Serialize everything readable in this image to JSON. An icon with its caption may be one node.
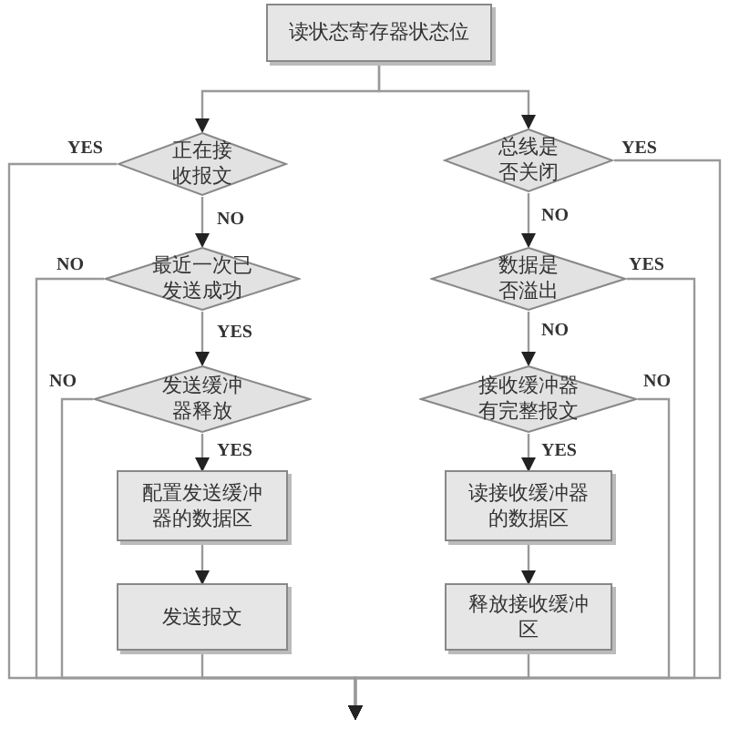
{
  "diagram": {
    "nodes": [
      {
        "text": [
          "读状态寄存器状态位"
        ]
      },
      {
        "text": [
          "正在接收报文"
        ]
      },
      {
        "text": [
          "最近一次已发送成功"
        ]
      },
      {
        "text": [
          "发送缓冲器释放"
        ]
      },
      {
        "text": [
          "配置发送缓冲器的数据区"
        ]
      },
      {
        "text": [
          "发送报文"
        ]
      },
      {
        "text": [
          "总线是否关闭"
        ]
      },
      {
        "text": [
          "数据是否溢出"
        ]
      },
      {
        "text": [
          "接收缓冲器有完整报文"
        ]
      },
      {
        "text": [
          "读接收缓冲器的数据区"
        ]
      },
      {
        "text": [
          "释放接收缓冲区"
        ]
      }
    ],
    "edges": [
      {
        "from": 0,
        "to": 1,
        "arrow": "to"
      },
      {
        "from": 0,
        "to": 6,
        "arrow": "to"
      },
      {
        "from": 1,
        "to": null,
        "arrow": "to",
        "label": "YES"
      },
      {
        "from": 1,
        "to": 2,
        "arrow": "to",
        "label": "NO"
      },
      {
        "from": 2,
        "to": null,
        "arrow": "to",
        "label": "NO"
      },
      {
        "from": 2,
        "to": 3,
        "arrow": "to",
        "label": "YES"
      },
      {
        "from": 3,
        "to": null,
        "arrow": "to",
        "label": "NO"
      },
      {
        "from": 3,
        "to": 4,
        "arrow": "to",
        "label": "YES"
      },
      {
        "from": 4,
        "to": 5,
        "arrow": "to"
      },
      {
        "from": 5,
        "to": null,
        "arrow": "to"
      },
      {
        "from": 6,
        "to": null,
        "arrow": "to",
        "label": "YES"
      },
      {
        "from": 6,
        "to": 7,
        "arrow": "to",
        "label": "NO"
      },
      {
        "from": 7,
        "to": null,
        "arrow": "to",
        "label": "YES"
      },
      {
        "from": 7,
        "to": 8,
        "arrow": "to",
        "label": "NO"
      },
      {
        "from": 8,
        "to": null,
        "arrow": "to",
        "label": "NO"
      },
      {
        "from": 8,
        "to": 9,
        "arrow": "to",
        "label": "YES"
      },
      {
        "from": 9,
        "to": 10,
        "arrow": "to"
      },
      {
        "from": 10,
        "to": null,
        "arrow": "to"
      }
    ]
  }
}
